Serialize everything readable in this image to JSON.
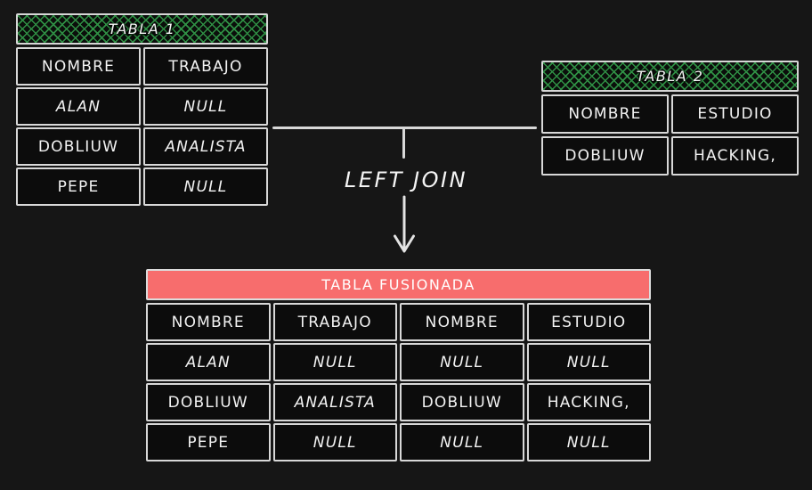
{
  "canvas": {
    "background": "#161616"
  },
  "colors": {
    "border": "#d8d8d8",
    "cell_background": "#0c0c0c",
    "text": "#f3f3f3",
    "hatch_green": "#2f8f44",
    "merged_header_red": "#f76d6d",
    "connector": "#d9d9d9"
  },
  "table1": {
    "title": "TABLA 1",
    "rows": [
      [
        "NOMBRE",
        "TRABAJO"
      ],
      [
        "ALAN",
        "NULL"
      ],
      [
        "DOBLIUW",
        "ANALISTA"
      ],
      [
        "PEPE",
        "NULL"
      ]
    ]
  },
  "table2": {
    "title": "TABLA 2",
    "rows": [
      [
        "NOMBRE",
        "ESTUDIO"
      ],
      [
        "DOBLIUW",
        "HACKING,"
      ]
    ]
  },
  "join": {
    "label": "LEFT JOIN"
  },
  "merged_table": {
    "title": "TABLA FUSIONADA",
    "rows": [
      [
        "NOMBRE",
        "TRABAJO",
        "NOMBRE",
        "ESTUDIO"
      ],
      [
        "ALAN",
        "NULL",
        "NULL",
        "NULL"
      ],
      [
        "DOBLIUW",
        "ANALISTA",
        "DOBLIUW",
        "HACKING,"
      ],
      [
        "PEPE",
        "NULL",
        "NULL",
        "NULL"
      ]
    ]
  }
}
